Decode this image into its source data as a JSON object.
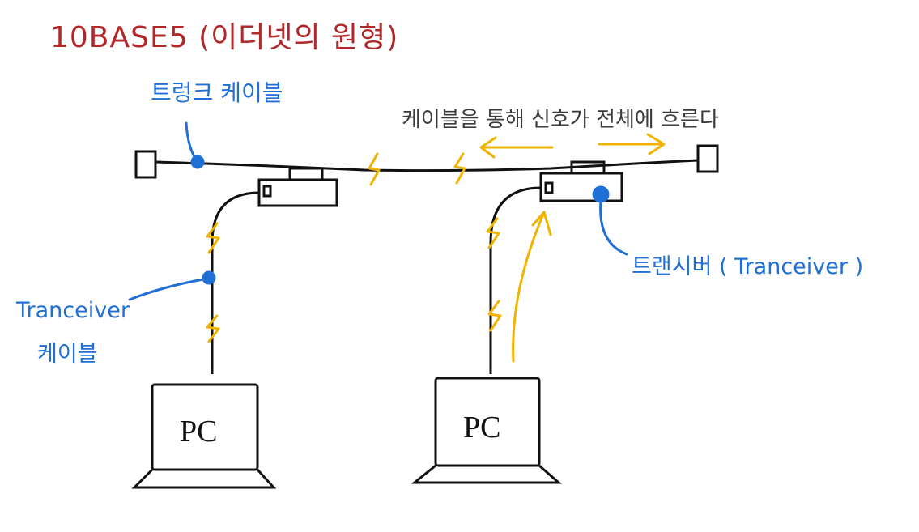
{
  "title": "10BASE5 (이더넷의 원형)",
  "labels": {
    "trunk_cable": "트렁크 케이블",
    "signal_flow": "케이블을 통해 신호가 전체에 흐른다",
    "transceiver_cable_en": "Tranceiver",
    "transceiver_cable_ko": "케이블",
    "transceiver": "트랜시버 ( Tranceiver )",
    "pc_left": "PC",
    "pc_right": "PC"
  },
  "colors": {
    "title": "#b0282a",
    "annotation": "#1f6fd6",
    "signal": "#f0b400",
    "line": "#111111",
    "note": "#3a3a3a"
  }
}
